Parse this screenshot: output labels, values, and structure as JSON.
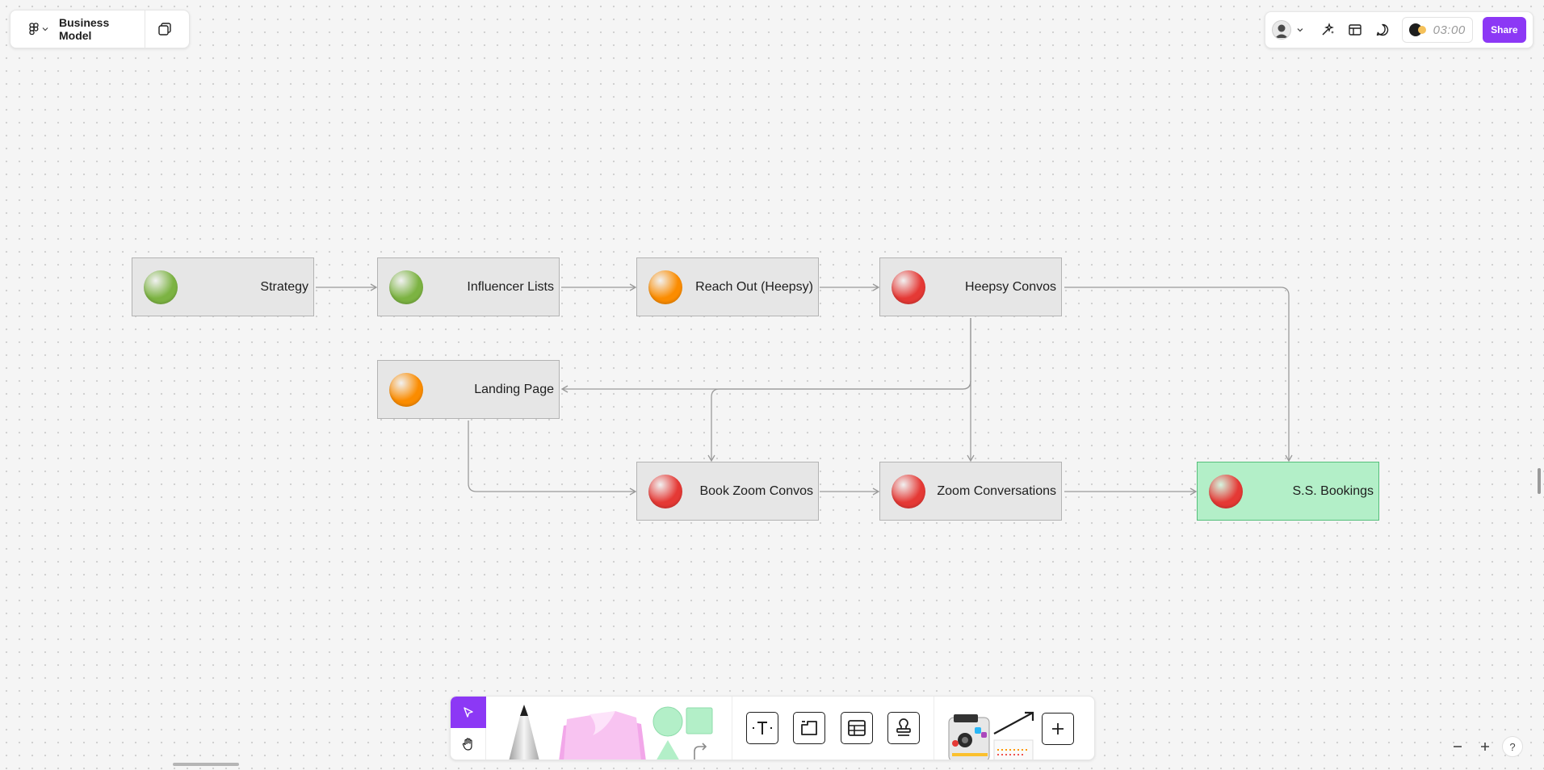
{
  "file": {
    "title": "Business Model"
  },
  "header": {
    "timer": "03:00",
    "share_label": "Share"
  },
  "nodes": [
    {
      "id": "strategy",
      "label": "Strategy",
      "status": "green"
    },
    {
      "id": "influencer-lists",
      "label": "Influencer Lists",
      "status": "green"
    },
    {
      "id": "reach-out",
      "label": "Reach Out (Heepsy)",
      "status": "orange"
    },
    {
      "id": "heepsy-convos",
      "label": "Heepsy Convos",
      "status": "red"
    },
    {
      "id": "landing-page",
      "label": "Landing Page",
      "status": "orange"
    },
    {
      "id": "book-zoom",
      "label": "Book Zoom Convos",
      "status": "red"
    },
    {
      "id": "zoom-conversations",
      "label": "Zoom Conversations",
      "status": "red"
    },
    {
      "id": "ss-bookings",
      "label": "S.S. Bookings",
      "status": "red"
    }
  ],
  "colors": {
    "accent": "#8c38f5",
    "status_green": "#7cb342",
    "status_orange": "#fb8c00",
    "status_red": "#e53935",
    "bookings_fill": "#b3efc8",
    "node_fill": "#e6e6e6"
  },
  "zoom": {
    "help_label": "?"
  }
}
